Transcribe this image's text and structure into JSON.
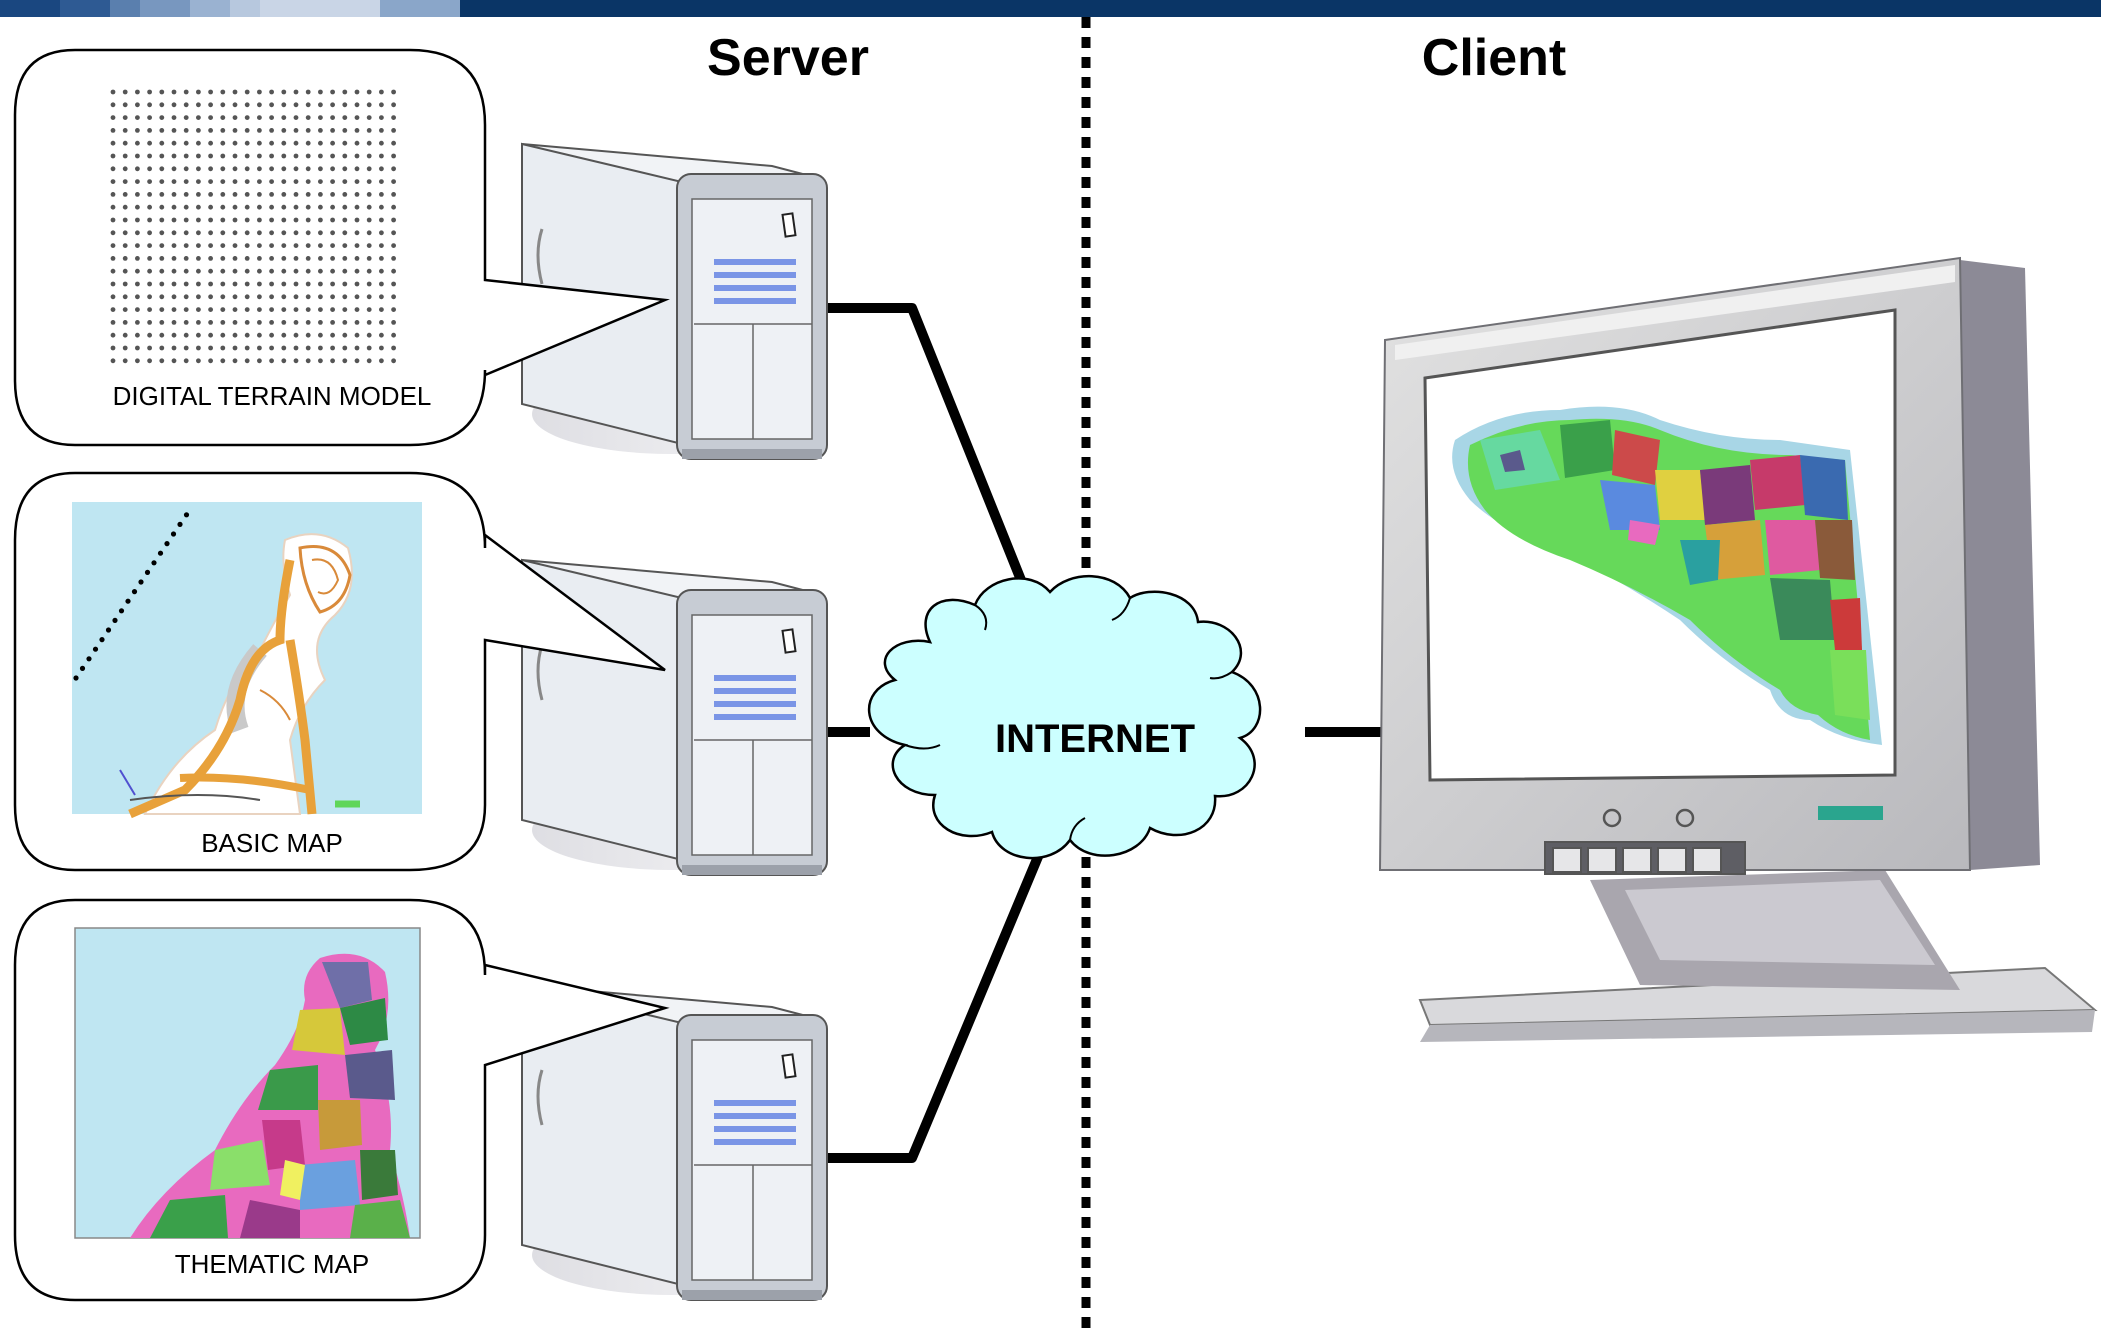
{
  "headings": {
    "server": "Server",
    "client": "Client"
  },
  "callouts": [
    {
      "caption": "DIGITAL TERRAIN MODEL"
    },
    {
      "caption": "BASIC MAP"
    },
    {
      "caption": "THEMATIC MAP"
    }
  ],
  "network": {
    "cloud_label": "INTERNET"
  },
  "colors": {
    "top_bar": "#0a3566",
    "cloud_fill": "#ccffff",
    "map_sea": "#bfe6f2",
    "server_body": "#e9edf2",
    "server_slots": "#7a95e6",
    "monitor_case": "#cfcfcf",
    "monitor_dark": "#8c8a96",
    "monitor_led": "#2aa58e"
  },
  "icons": [
    "server-tower-icon",
    "monitor-icon",
    "cloud-icon"
  ]
}
